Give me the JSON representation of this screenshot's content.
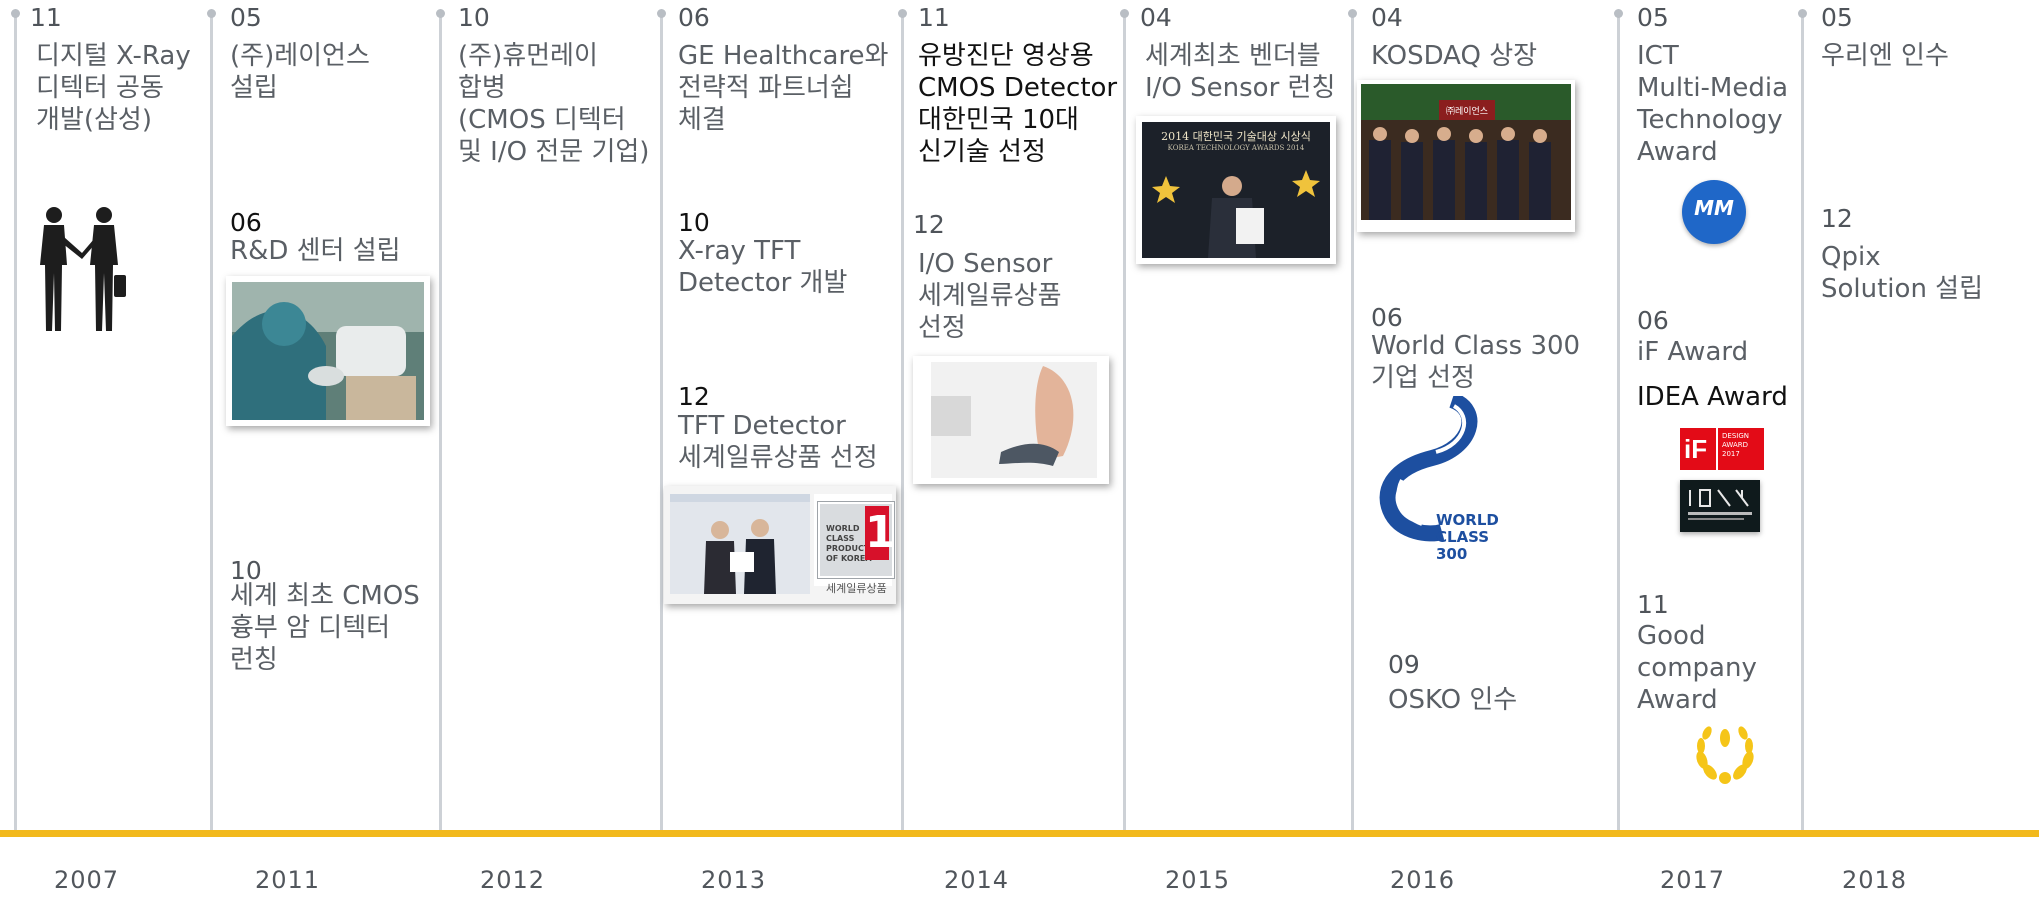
{
  "years": [
    "2007",
    "2011",
    "2012",
    "2013",
    "2014",
    "2015",
    "2016",
    "2017",
    "2018"
  ],
  "col2007": {
    "m1": "11",
    "t1": [
      "디지털 X-Ray",
      "디텍터 공동",
      "개발(삼성)"
    ]
  },
  "col2011": {
    "m1": "05",
    "t1": [
      "(주)레이언스",
      "설립"
    ],
    "m2": "06",
    "t2": [
      "R&D 센터 설립"
    ],
    "m3": "10",
    "t3": [
      "세계 최초 CMOS",
      "흉부 암 디텍터",
      "런칭"
    ]
  },
  "col2012": {
    "m1": "10",
    "t1": [
      "(주)휴먼레이",
      "합병",
      "(CMOS 디텍터",
      "및 I/O 전문 기업)"
    ]
  },
  "col2013": {
    "m1": "06",
    "t1": [
      "GE Healthcare와",
      "전략적 파트너쉽",
      "체결"
    ],
    "m2": "10",
    "t2": [
      "X-ray TFT",
      "Detector 개발"
    ],
    "m3": "12",
    "t3": [
      "TFT Detector",
      "세계일류상품 선정"
    ],
    "badge": [
      "WORLD",
      "CLASS",
      "PRODUCT",
      "OF KOREA"
    ],
    "badge_num": "1",
    "badge_caption": "세계일류상품"
  },
  "col2014": {
    "m1": "11",
    "t1": [
      "유방진단 영상용",
      "CMOS Detector",
      "대한민국 10대",
      "신기술 선정"
    ],
    "m2": "12",
    "t2": [
      "I/O Sensor",
      "세계일류상품",
      "선정"
    ]
  },
  "col2015": {
    "m1": "04",
    "t1": [
      "세계최초 벤더블",
      "I/O Sensor 런칭"
    ],
    "photo_caption": "2014 대한민국 기술대상 시상식",
    "photo_caption2": "KOREA TECHNOLOGY AWARDS 2014"
  },
  "col2016": {
    "m1": "04",
    "t1": [
      "KOSDAQ 상장"
    ],
    "photo_sign": "㈜레이언스",
    "m2": "06",
    "t2": [
      "World Class 300",
      "기업 선정"
    ],
    "logo_text": [
      "WORLD CLASS",
      "300"
    ],
    "m3": "09",
    "t3": [
      "OSKO 인수"
    ]
  },
  "col2017": {
    "m1": "05",
    "t1": [
      "ICT",
      "Multi-Media",
      "Technology",
      "Award"
    ],
    "mm_logo": "MM",
    "m2": "06",
    "t2": [
      "iF Award"
    ],
    "t2b": "IDEA Award",
    "if_logo": "iF",
    "if_logo_sub": [
      "DESIGN",
      "AWARD",
      "2017"
    ],
    "m3": "11",
    "t3": [
      "Good",
      "company",
      "Award"
    ]
  },
  "col2018": {
    "m1": "05",
    "t1": [
      "우리엔 인수"
    ],
    "m2": "12",
    "t2": [
      "Qpix",
      "Solution 설립"
    ]
  },
  "colors": {
    "accent": "#f2b91c",
    "axis": "#cdd1d6",
    "text": "#5a5f65"
  }
}
